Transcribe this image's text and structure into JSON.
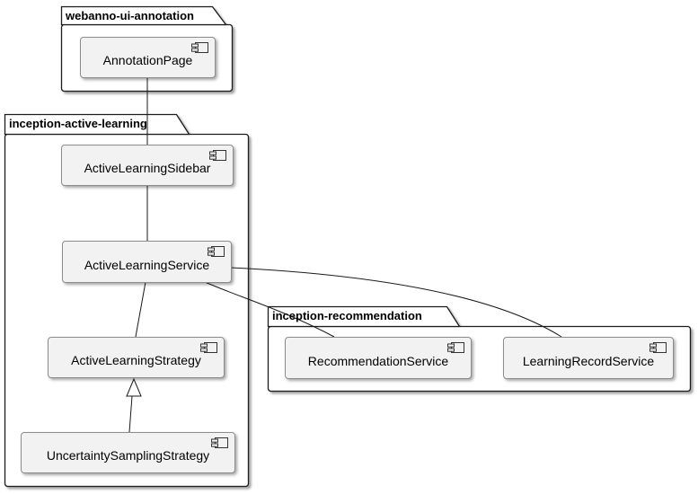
{
  "diagram": {
    "type": "UML component diagram",
    "packages": [
      {
        "label": "webanno-ui-annotation"
      },
      {
        "label": "inception-active-learning"
      },
      {
        "label": "inception-recommendation"
      }
    ],
    "components": [
      {
        "label": "AnnotationPage",
        "package": "webanno-ui-annotation"
      },
      {
        "label": "ActiveLearningSidebar",
        "package": "inception-active-learning"
      },
      {
        "label": "ActiveLearningService",
        "package": "inception-active-learning"
      },
      {
        "label": "ActiveLearningStrategy",
        "package": "inception-active-learning"
      },
      {
        "label": "UncertaintySamplingStrategy",
        "package": "inception-active-learning"
      },
      {
        "label": "RecommendationService",
        "package": "inception-recommendation"
      },
      {
        "label": "LearningRecordService",
        "package": "inception-recommendation"
      }
    ],
    "edges": [
      {
        "from": "AnnotationPage",
        "to": "ActiveLearningSidebar",
        "type": "association"
      },
      {
        "from": "ActiveLearningSidebar",
        "to": "ActiveLearningService",
        "type": "association"
      },
      {
        "from": "ActiveLearningService",
        "to": "ActiveLearningStrategy",
        "type": "association"
      },
      {
        "from": "UncertaintySamplingStrategy",
        "to": "ActiveLearningStrategy",
        "type": "generalization"
      },
      {
        "from": "ActiveLearningService",
        "to": "RecommendationService",
        "type": "association"
      },
      {
        "from": "ActiveLearningService",
        "to": "LearningRecordService",
        "type": "association"
      }
    ],
    "icons": {
      "component": "uml-component-icon"
    },
    "colors": {
      "background": "#ffffff",
      "package_border": "#1a1a1a",
      "package_fill": "#ffffff",
      "component_fill": "#f2f2f2",
      "component_border": "#8c8c8c",
      "edge": "#1a1a1a",
      "text": "#000000"
    }
  }
}
